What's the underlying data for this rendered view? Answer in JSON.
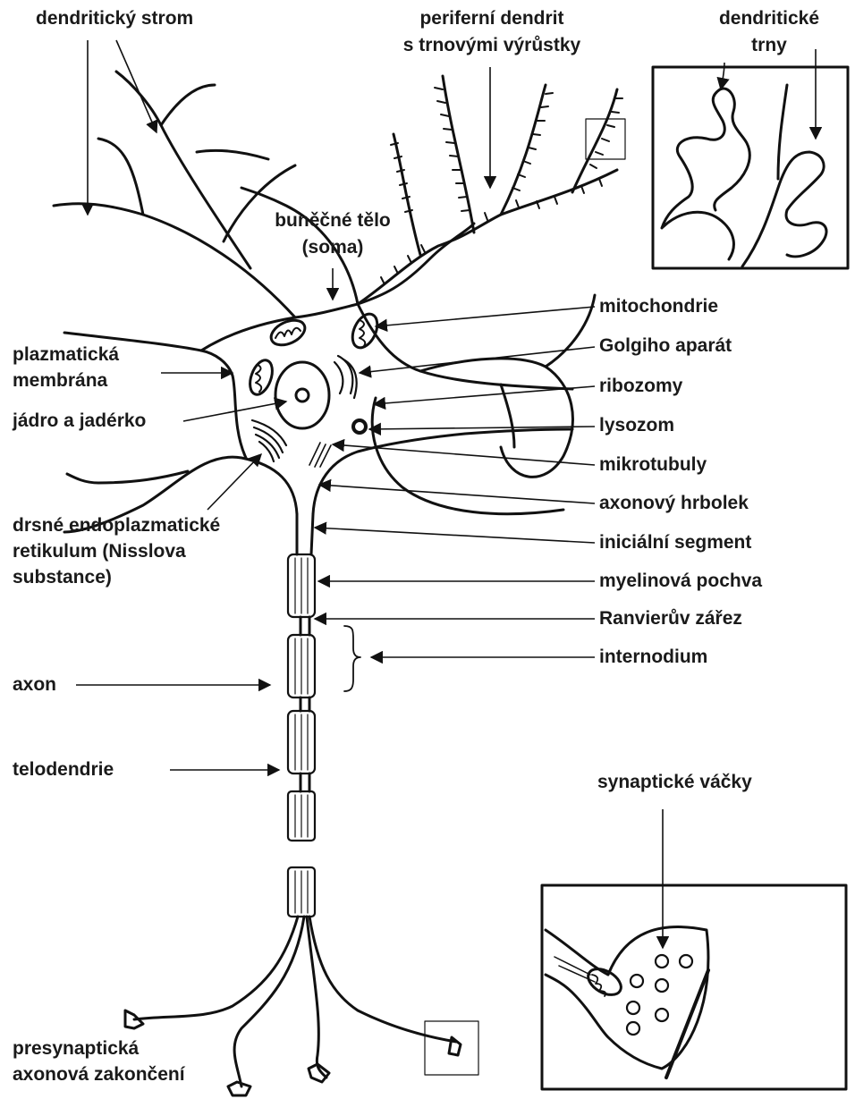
{
  "labels": {
    "dendritic_tree": "dendritický strom",
    "peripheral_dendrite_1": "periferní dendrit",
    "peripheral_dendrite_2": "s trnovými výrůstky",
    "dendritic_spines_1": "dendritické",
    "dendritic_spines_2": "trny",
    "soma_1": "buněčné tělo",
    "soma_2": "(soma)",
    "mitochondria": "mitochondrie",
    "golgi": "Golgiho aparát",
    "ribosomes": "ribozomy",
    "lysosome": "lysozom",
    "microtubules": "mikrotubuly",
    "axon_hillock": "axonový hrbolek",
    "initial_segment": "iniciální segment",
    "myelin_sheath": "myelinová pochva",
    "ranvier_node": "Ranvierův zářez",
    "internodium": "internodium",
    "plasma_membrane_1": "plazmatická",
    "plasma_membrane_2": "membrána",
    "nucleus": "jádro a jadérko",
    "rough_er_1": "drsné endoplazmatické",
    "rough_er_2": "retikulum (Nisslova",
    "rough_er_3": "substance)",
    "axon": "axon",
    "telodendria": "telodendrie",
    "synaptic_vesicles": "synaptické váčky",
    "presynaptic_1": "presynaptická",
    "presynaptic_2": "axonová zakončení"
  }
}
